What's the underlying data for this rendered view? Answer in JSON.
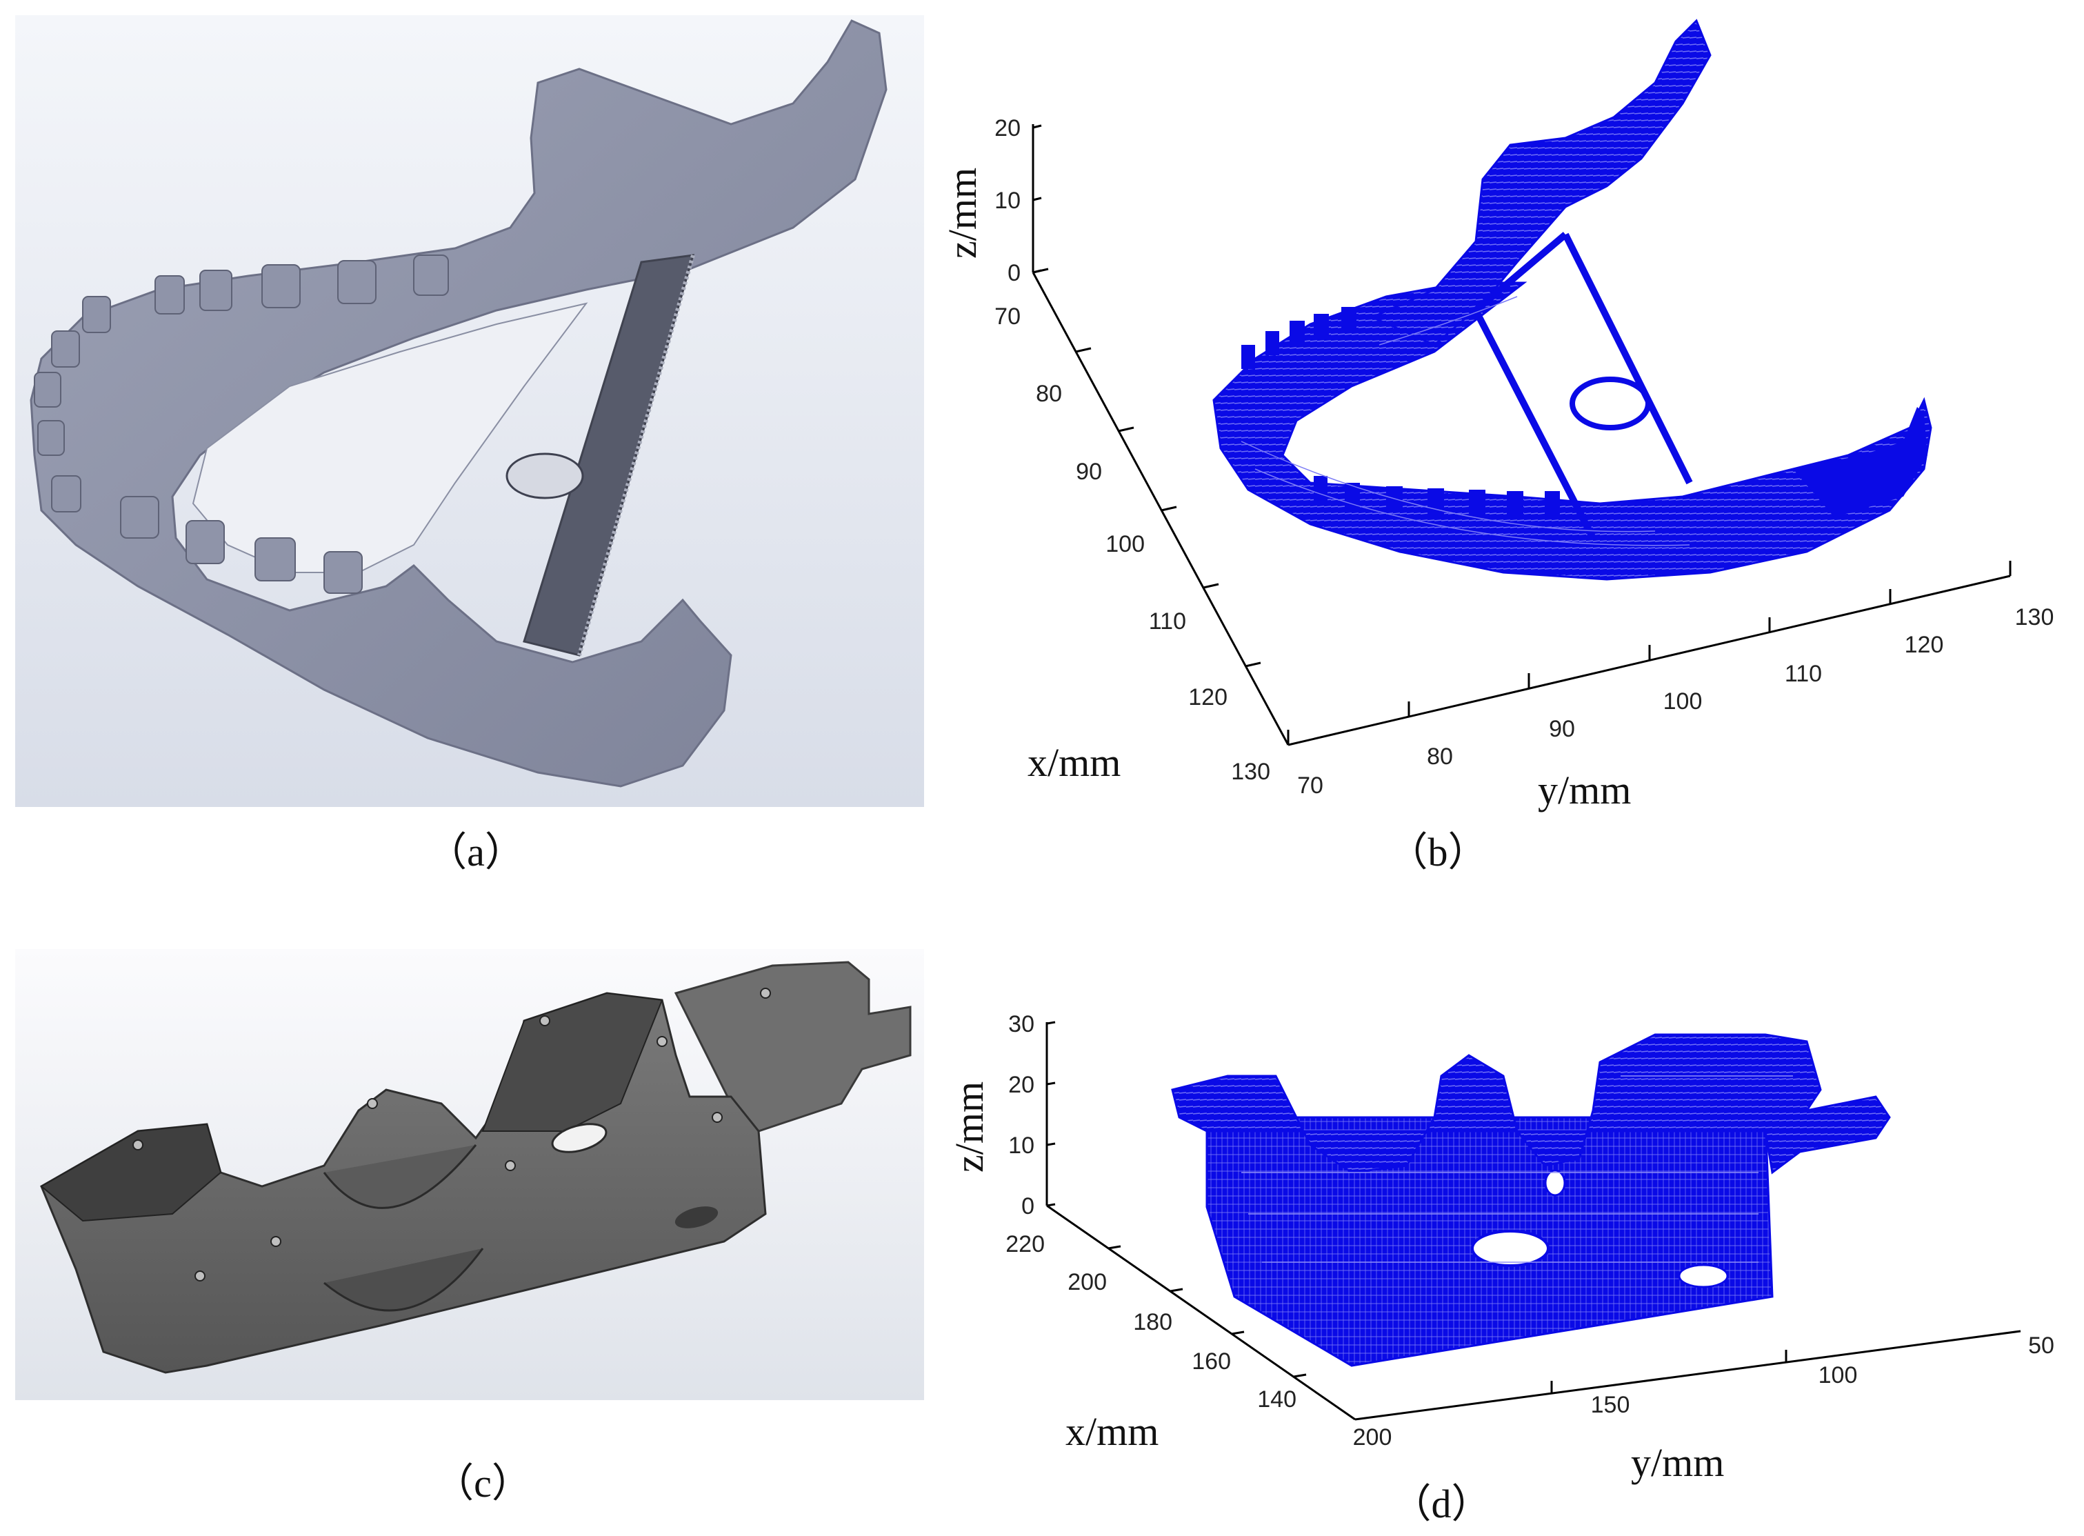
{
  "captions": {
    "a": "（a）",
    "b": "（b）",
    "c": "（c）",
    "d": "（d）"
  },
  "panel_b": {
    "xlabel": "x/mm",
    "ylabel": "y/mm",
    "zlabel": "z/mm",
    "x_ticks": [
      "70",
      "80",
      "90",
      "100",
      "110",
      "120",
      "130"
    ],
    "y_ticks": [
      "70",
      "80",
      "90",
      "100",
      "110",
      "120",
      "130"
    ],
    "z_ticks": [
      "0",
      "10",
      "20"
    ]
  },
  "panel_d": {
    "xlabel": "x/mm",
    "ylabel": "y/mm",
    "zlabel": "z/mm",
    "x_ticks": [
      "140",
      "160",
      "180",
      "200",
      "220"
    ],
    "y_ticks": [
      "200",
      "150",
      "100",
      "50"
    ],
    "z_ticks": [
      "0",
      "10",
      "20",
      "30"
    ]
  },
  "colors": {
    "render_gray": "#8e93a8",
    "render_dark": "#4e5262",
    "part_gray": "#6a6a6a",
    "point_cloud_blue": "#0a0ae6"
  },
  "icons": [
    "mandible-render-shape",
    "mandible-point-cloud-shape",
    "part-render-shape",
    "part-point-cloud-shape"
  ]
}
